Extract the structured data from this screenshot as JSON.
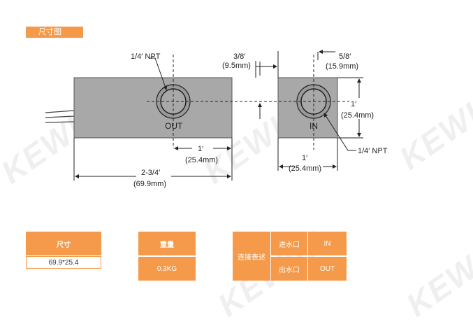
{
  "section_title": "尺寸图",
  "drawing": {
    "npt_top_left": "1/4′  NPT",
    "dim_3_8": "3/8′",
    "dim_3_8_mm": "(9.5mm)",
    "dim_5_8": "5/8′",
    "dim_5_8_mm": "(15.9mm)",
    "out_label": "OUT",
    "in_label": "IN",
    "dim_1_height": "1′",
    "dim_1_height_mm": "(25.4mm)",
    "dim_1_spacing": "1′",
    "dim_1_spacing_mm": "(25.4mm)",
    "dim_1_width": "1′",
    "dim_1_width_mm": "(25.4mm)",
    "npt_right": "1/4′  NPT",
    "dim_total": "2-3/4′",
    "dim_total_mm": "(69.9mm)"
  },
  "specs": {
    "size_header": "尺寸",
    "size_value": "69.9*25.4",
    "weight_header": "重量",
    "weight_value": "0.3KG",
    "connection_header": "连接表述",
    "inlet_label": "进水口",
    "inlet_value": "IN",
    "outlet_label": "出水口",
    "outlet_value": "OUT"
  },
  "colors": {
    "accent": "#f49a4a",
    "body": "#a8a8a8"
  }
}
